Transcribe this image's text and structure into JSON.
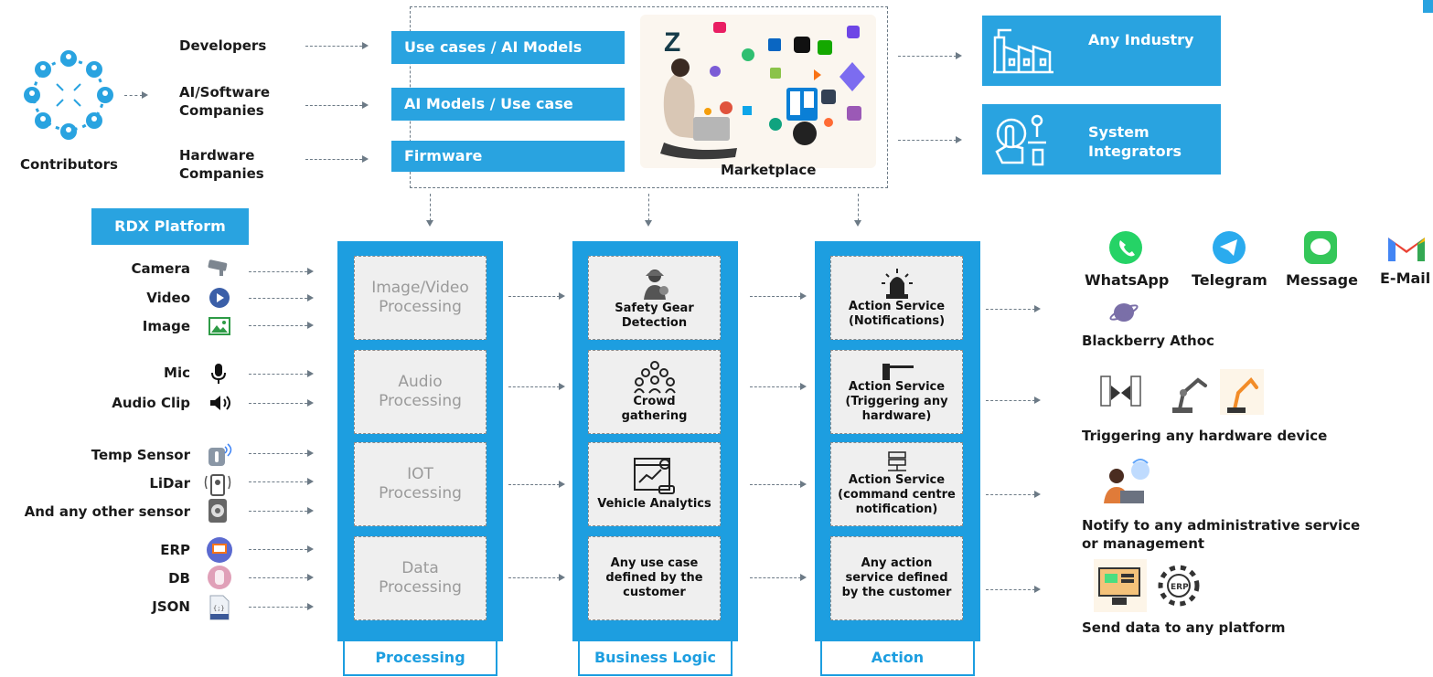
{
  "contributors": {
    "label": "Contributors",
    "types": [
      "Developers",
      "AI/Software\nCompanies",
      "Hardware\nCompanies"
    ]
  },
  "marketplace_inputs": [
    "Use cases / AI Models",
    "AI Models / Use case",
    "Firmware"
  ],
  "marketplace": {
    "label": "Marketplace"
  },
  "targets": [
    "Any Industry",
    "System\nIntegrators"
  ],
  "platform": {
    "label": "RDX Platform"
  },
  "sources": [
    "Camera",
    "Video",
    "Image",
    "Mic",
    "Audio Clip",
    "Temp Sensor",
    "LiDar",
    "And any other sensor",
    "ERP",
    "DB",
    "JSON"
  ],
  "processing": {
    "footer": "Processing",
    "cells": [
      "Image/Video\nProcessing",
      "Audio\nProcessing",
      "IOT\nProcessing",
      "Data\nProcessing"
    ]
  },
  "business_logic": {
    "footer": "Business Logic",
    "cells": [
      "Safety Gear\nDetection",
      "Crowd\ngathering",
      "Vehicle Analytics",
      "Any use case\ndefined by the\ncustomer"
    ]
  },
  "action": {
    "footer": "Action",
    "cells": [
      "Action Service\n(Notifications)",
      "Action Service\n(Triggering any\nhardware)",
      "Action Service\n(command centre\nnotification)",
      "Any action\nservice defined\nby the customer"
    ]
  },
  "outputs": {
    "channels": [
      "WhatsApp",
      "Telegram",
      "Message",
      "E-Mail"
    ],
    "blackberry": "Blackberry Athoc",
    "hardware": "Triggering any hardware device",
    "admin": "Notify to any administrative service\nor management",
    "send": "Send data to any platform"
  },
  "colors": {
    "primary": "#29a3e0",
    "column": "#1d9ee0",
    "cell": "#efefef",
    "arrow": "#6c7a86"
  }
}
